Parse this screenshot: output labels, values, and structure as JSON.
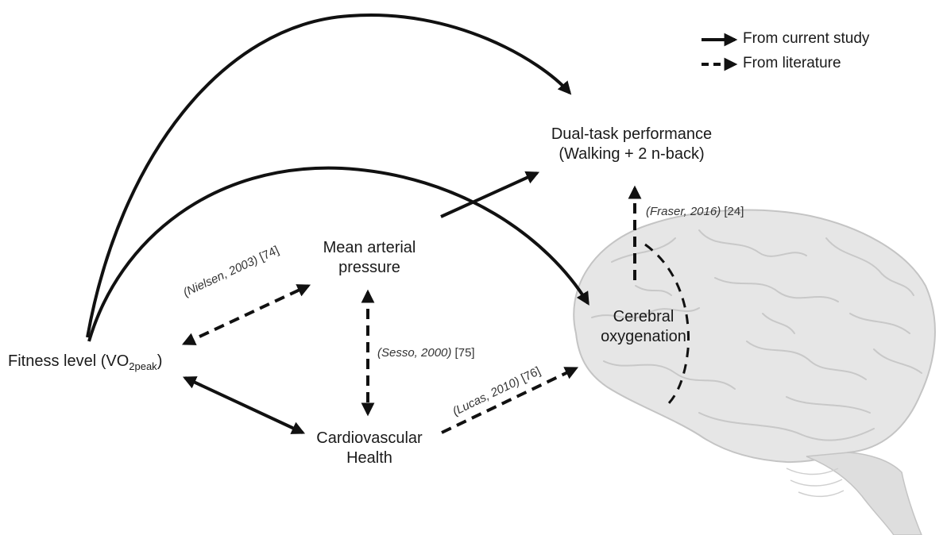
{
  "legend": {
    "solid_label": "From current study",
    "dashed_label": "From literature"
  },
  "nodes": {
    "fitness": {
      "label_main": "Fitness level (VO",
      "label_sub": "2peak",
      "label_close": ")"
    },
    "map": {
      "line1": "Mean arterial",
      "line2": "pressure"
    },
    "cardio": {
      "line1": "Cardiovascular",
      "line2": "Health"
    },
    "dual_task": {
      "line1": "Dual-task performance",
      "line2": "(Walking + 2 n-back)"
    },
    "cerebral": {
      "line1": "Cerebral",
      "line2": "oxygenation"
    }
  },
  "citations": {
    "nielsen": {
      "author": "(Nielsen, 2003)",
      "ref": " [74]"
    },
    "sesso": {
      "author": "(Sesso, 2000)",
      "ref": " [75]"
    },
    "lucas": {
      "author": "(Lucas, 2010)",
      "ref": " [76]"
    },
    "fraser": {
      "author": "(Fraser, 2016)",
      "ref": " [24]"
    }
  },
  "colors": {
    "arrow": "#111111",
    "brain_fill": "#e6e6e6",
    "brain_stroke": "#c4c4c4"
  },
  "icons": {
    "brain": "brain-illustration",
    "solid_arrow": "solid-arrow-icon",
    "dashed_arrow": "dashed-arrow-icon"
  }
}
